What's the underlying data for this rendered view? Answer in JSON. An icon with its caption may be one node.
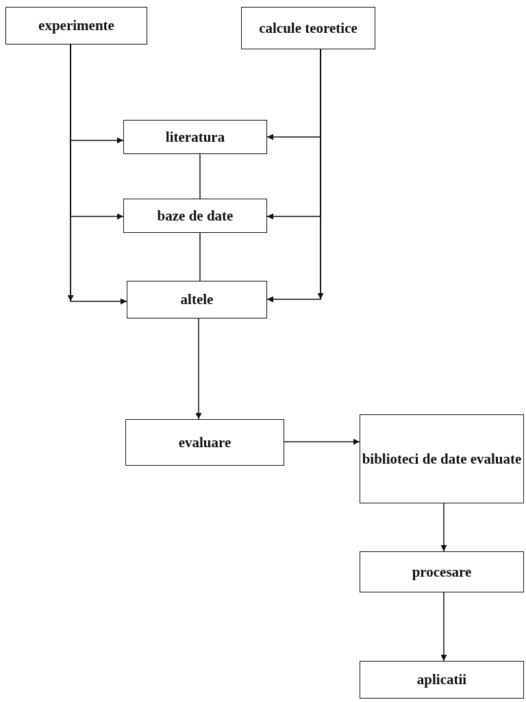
{
  "diagram": {
    "nodes": [
      {
        "text": [
          "experimente"
        ]
      },
      {
        "text": [
          "calcule teoretice"
        ]
      },
      {
        "text": [
          "literatura"
        ]
      },
      {
        "text": [
          "baze de date"
        ]
      },
      {
        "text": [
          "altele"
        ]
      },
      {
        "text": [
          "evaluare"
        ]
      },
      {
        "text": [
          "biblioteci de date evaluate"
        ]
      },
      {
        "text": [
          "procesare"
        ]
      },
      {
        "text": [
          "aplicatii"
        ]
      }
    ],
    "edges": [
      {
        "from": 0,
        "to": null,
        "arrow": "to"
      },
      {
        "from": 0,
        "to": 2,
        "arrow": "to"
      },
      {
        "from": 0,
        "to": 3,
        "arrow": "to"
      },
      {
        "from": 0,
        "to": 4,
        "arrow": "to"
      },
      {
        "from": 1,
        "to": null,
        "arrow": "to"
      },
      {
        "from": 1,
        "to": 2,
        "arrow": "to"
      },
      {
        "from": 1,
        "to": 3,
        "arrow": "to"
      },
      {
        "from": 1,
        "to": 4,
        "arrow": "to"
      },
      {
        "from": 2,
        "to": 3,
        "arrow": "none"
      },
      {
        "from": 3,
        "to": 4,
        "arrow": "none"
      },
      {
        "from": 4,
        "to": 5,
        "arrow": "to"
      },
      {
        "from": 5,
        "to": 6,
        "arrow": "to"
      },
      {
        "from": 6,
        "to": 7,
        "arrow": "to"
      },
      {
        "from": 7,
        "to": 8,
        "arrow": "to"
      }
    ]
  }
}
